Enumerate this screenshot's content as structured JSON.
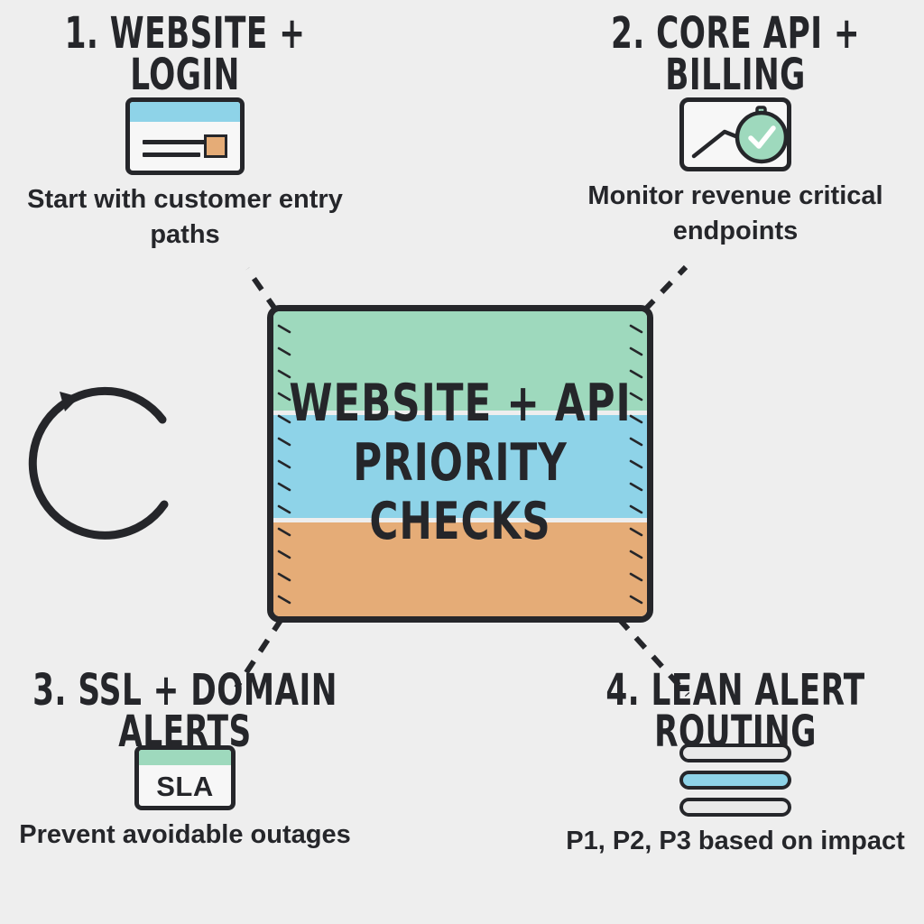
{
  "background_color": "#eeeeee",
  "ink_color": "#25262a",
  "center": {
    "title_lines": [
      "Website + API",
      "Priority",
      "Checks"
    ],
    "band_colors": [
      "#9ed9bd",
      "#8ed3e8",
      "#e5ac77"
    ],
    "divider_color": "#ffffff"
  },
  "cycle_icon": {
    "name": "cycle-arrow-icon",
    "color": "#25262a"
  },
  "quadrants": [
    {
      "number": "1.",
      "heading": "1. Website + Login",
      "icon_name": "browser-window-icon",
      "icon_accent": "#8ed3e8",
      "icon_square_color": "#e5ac77",
      "caption": "Start with customer entry paths"
    },
    {
      "number": "2.",
      "heading": "2. Core API + Billing",
      "icon_name": "uptime-chart-check-icon",
      "icon_accent": "#9ed9bd",
      "caption": "Monitor revenue critical endpoints"
    },
    {
      "number": "3.",
      "heading": "3. SSL + Domain Alerts",
      "icon_name": "sla-certificate-icon",
      "icon_accent": "#9ed9bd",
      "icon_label": "SLA",
      "caption": "Prevent avoidable outages"
    },
    {
      "number": "4.",
      "heading": "4. Lean Alert Routing",
      "icon_name": "priority-bars-icon",
      "icon_accent": "#8ed3e8",
      "bar_colors": [
        "#e9e9e9",
        "#8ed3e8",
        "#e9e9e9"
      ],
      "caption": "P1, P2, P3 based on impact"
    }
  ]
}
